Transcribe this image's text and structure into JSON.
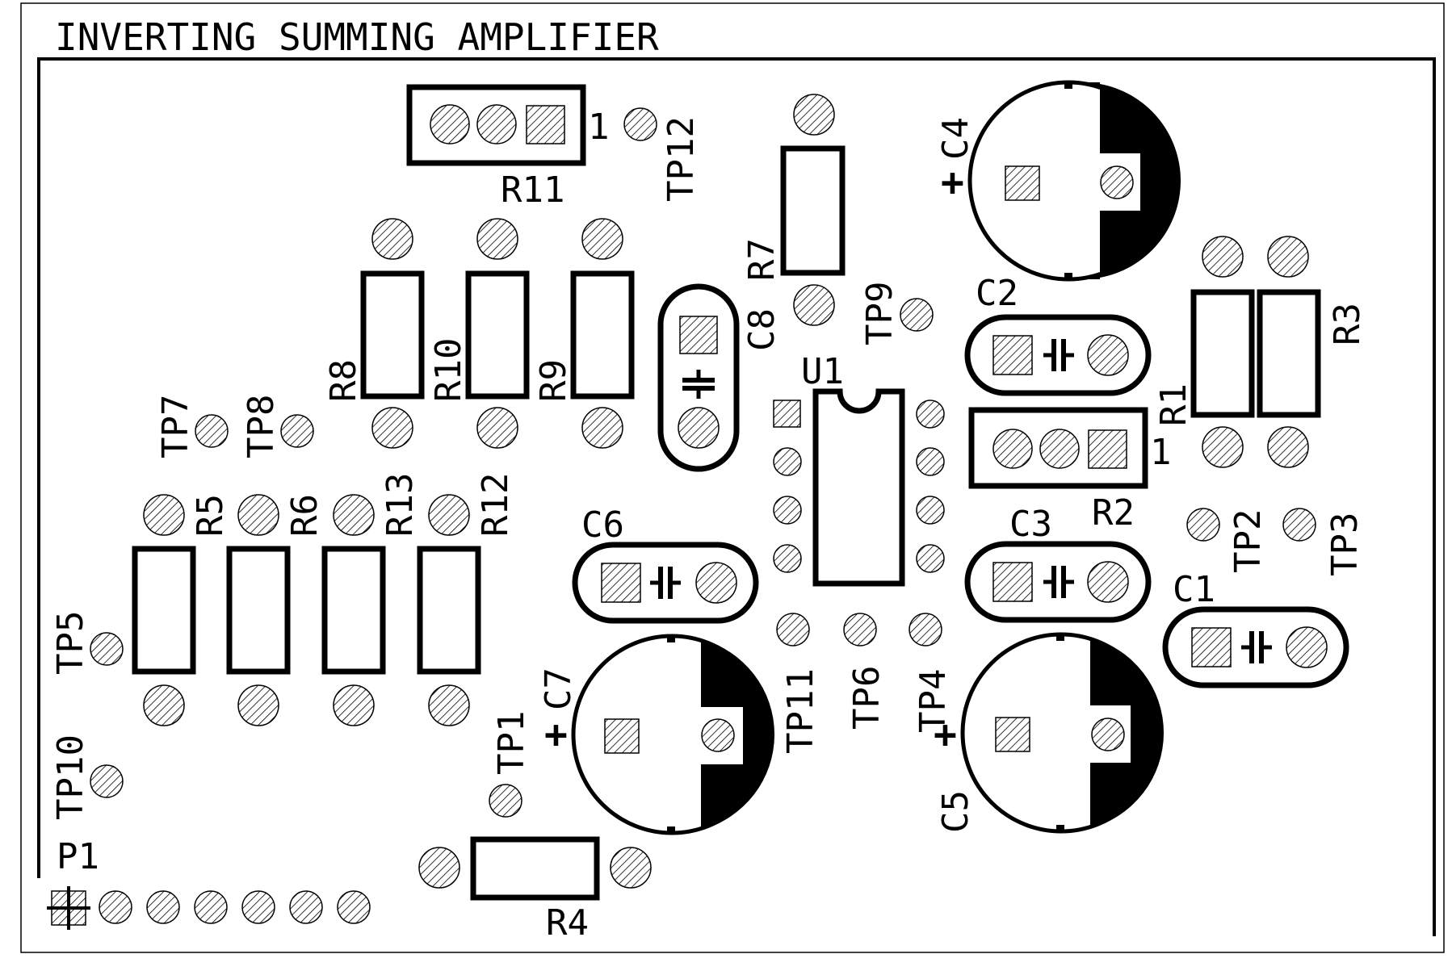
{
  "title": "INVERTING SUMMING AMPLIFIER",
  "colors": {
    "ink": "#000000",
    "background": "#ffffff"
  },
  "labels": {
    "r11": "R11",
    "r11_pin1": "1",
    "tp12": "TP12",
    "r7": "R7",
    "c4": "C4",
    "c4_plus": "+",
    "r8": "R8",
    "r10": "R10",
    "r9": "R9",
    "c8": "C8",
    "tp9": "TP9",
    "c2": "C2",
    "r3": "R3",
    "r1": "R1",
    "u1": "U1",
    "r2": "R2",
    "r2_pin1": "1",
    "tp7": "TP7",
    "tp8": "TP8",
    "r5": "R5",
    "r6": "R6",
    "r13": "R13",
    "r12": "R12",
    "c6": "C6",
    "c3": "C3",
    "tp2": "TP2",
    "tp3": "TP3",
    "c1": "C1",
    "tp5": "TP5",
    "c7": "C7",
    "c7_plus": "+",
    "tp1": "TP1",
    "tp11": "TP11",
    "tp6": "TP6",
    "tp4": "TP4",
    "c5": "C5",
    "c5_plus": "+",
    "tp10": "TP10",
    "p1": "P1",
    "r4": "R4"
  }
}
